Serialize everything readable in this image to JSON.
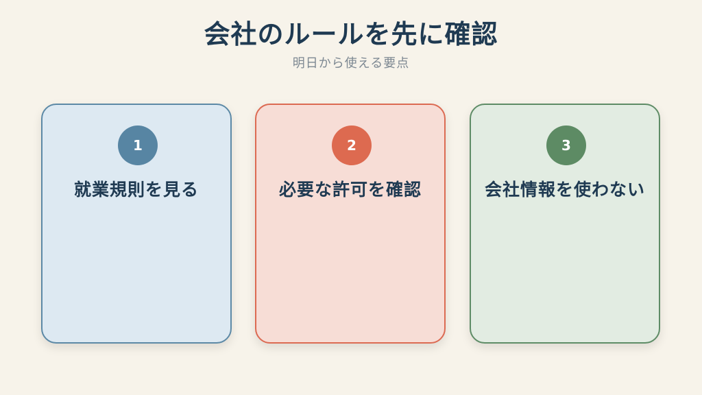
{
  "header": {
    "title": "会社のルールを先に確認",
    "subtitle": "明日から使える要点"
  },
  "cards": [
    {
      "number": "1",
      "label": "就業規則を見る",
      "accent": "#5785a3"
    },
    {
      "number": "2",
      "label": "必要な許可を確認",
      "accent": "#dd6a50"
    },
    {
      "number": "3",
      "label": "会社情報を使わない",
      "accent": "#5d8b64"
    }
  ]
}
